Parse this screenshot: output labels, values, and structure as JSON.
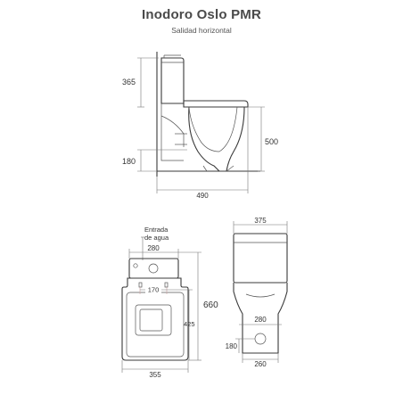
{
  "header": {
    "title": "Inodoro Oslo PMR",
    "subtitle": "Salidad horizontal"
  },
  "side_view": {
    "dim_tank_height": "365",
    "dim_bowl_height": "500",
    "dim_outlet_height": "180",
    "dim_depth": "490"
  },
  "top_view": {
    "inlet_label_line1": "Entrada",
    "inlet_label_line2": "de agua",
    "dim_inlet_width": "280",
    "dim_bolt_spacing": "170",
    "dim_length": "660",
    "dim_bolt_to_front": "425",
    "dim_width": "355"
  },
  "back_view": {
    "dim_tank_width": "375",
    "dim_base_width": "280",
    "dim_outlet_height": "180",
    "dim_foot_width": "260"
  }
}
